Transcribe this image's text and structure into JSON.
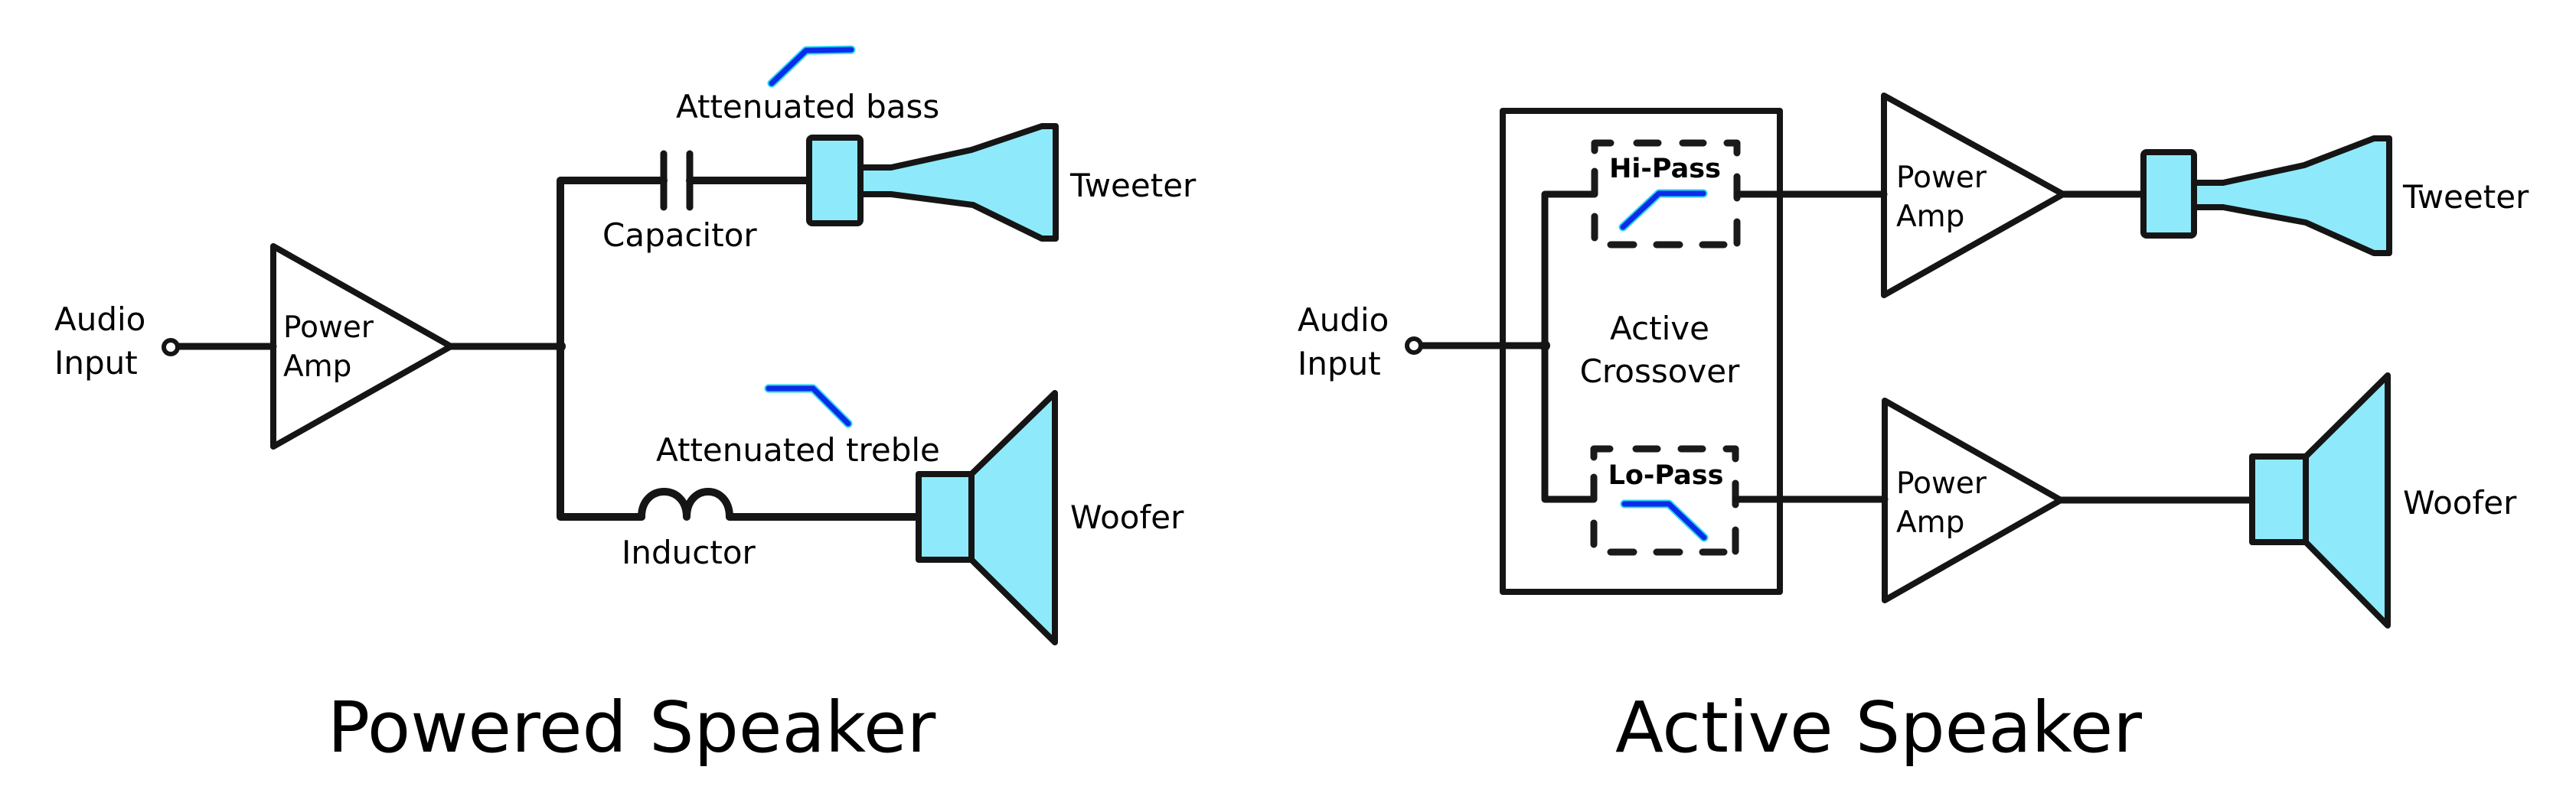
{
  "colors": {
    "line": "#151515",
    "speaker_fill": "#8EEAFB",
    "filter_curve": "#0B2CE8",
    "filter_curve_halo": "#2BD3F2",
    "background": "#FFFFFF"
  },
  "powered": {
    "title": "Powered Speaker",
    "audio_input": [
      "Audio",
      "Input"
    ],
    "amp": [
      "Power",
      "Amp"
    ],
    "capacitor": "Capacitor",
    "inductor": "Inductor",
    "attenuated_bass": "Attenuated bass",
    "attenuated_treble": "Attenuated treble",
    "tweeter": "Tweeter",
    "woofer": "Woofer"
  },
  "active": {
    "title": "Active Speaker",
    "audio_input": [
      "Audio",
      "Input"
    ],
    "crossover": [
      "Active",
      "Crossover"
    ],
    "hi_pass": "Hi-Pass",
    "lo_pass": "Lo-Pass",
    "amp_top": [
      "Power",
      "Amp"
    ],
    "amp_bottom": [
      "Power",
      "Amp"
    ],
    "tweeter": "Tweeter",
    "woofer": "Woofer"
  }
}
